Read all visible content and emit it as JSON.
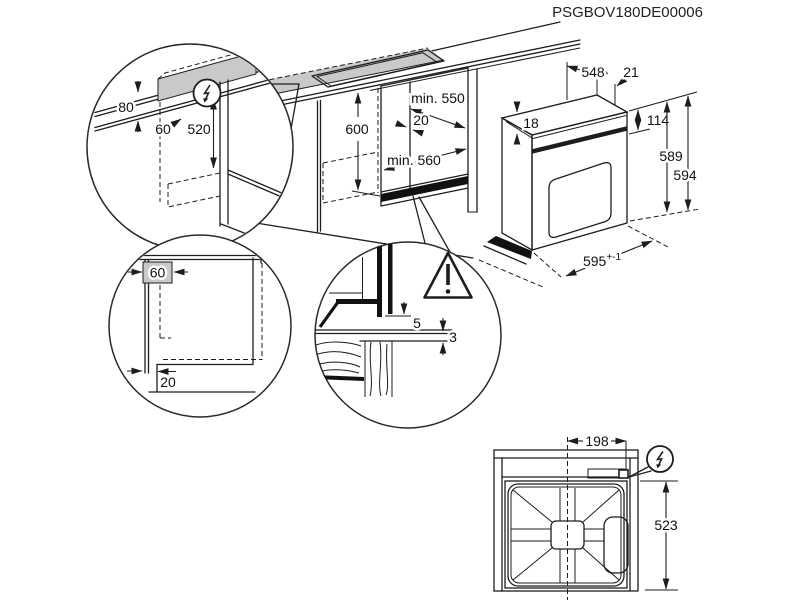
{
  "product_code": "PSGBOV180DE00006",
  "main_view": {
    "niche_height": "600",
    "niche_depth": "min. 550",
    "panel_gap": "20",
    "niche_width": "min. 560"
  },
  "oven_view": {
    "body_depth": "548",
    "rear_offset": "21",
    "top_recess": "18",
    "panel_height": "114",
    "inner_height": "589",
    "overall_height": "594",
    "front_width": "595",
    "front_width_tolerance": "+-1"
  },
  "power_detail": {
    "zone_height": "80",
    "zone_inset": "60",
    "cable_drop": "520"
  },
  "side_detail": {
    "top_inset": "60",
    "plinth_inset": "20"
  },
  "gap_detail": {
    "top_gap": "5",
    "bottom_gap": "3"
  },
  "rear_view": {
    "connection_offset": "198",
    "connection_drop": "523"
  },
  "icons": {
    "power": "lightning-bolt-icon",
    "warning": "warning-triangle-icon"
  }
}
